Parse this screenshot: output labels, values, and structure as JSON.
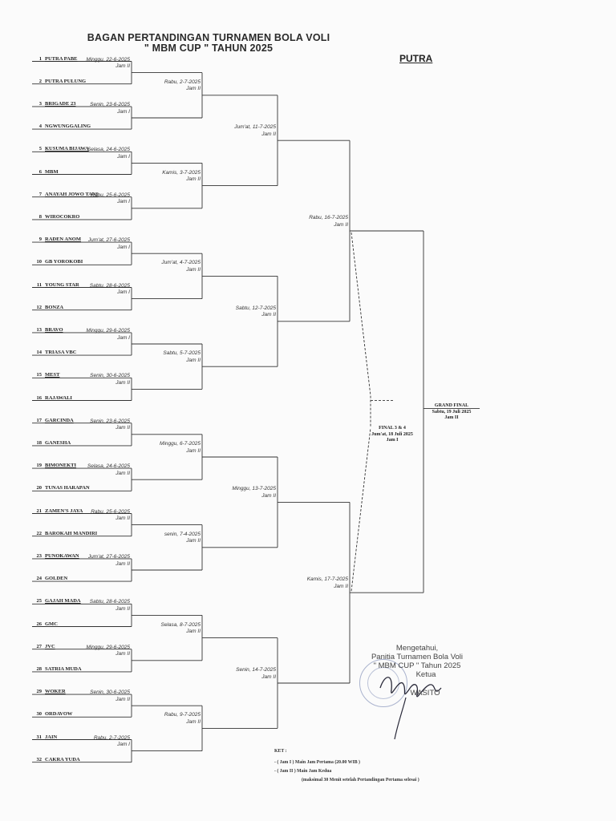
{
  "header": {
    "title_line1": "BAGAN PERTANDINGAN TURNAMEN BOLA VOLI",
    "title_line2": "\" MBM CUP \" TAHUN 2025",
    "category": "PUTRA"
  },
  "teams": [
    {
      "num": "1",
      "name": "PUTRA PABE"
    },
    {
      "num": "2",
      "name": "PUTRA PULUNG"
    },
    {
      "num": "3",
      "name": "BRIGADE 23"
    },
    {
      "num": "4",
      "name": "NGWUNGGALING"
    },
    {
      "num": "5",
      "name": "KUSUMA BIJAWA"
    },
    {
      "num": "6",
      "name": "MBM"
    },
    {
      "num": "7",
      "name": "ANAYAH JOWO TANI"
    },
    {
      "num": "8",
      "name": "WIROCOKRO"
    },
    {
      "num": "9",
      "name": "RADEN ANOM"
    },
    {
      "num": "10",
      "name": "GB YOROKOBI"
    },
    {
      "num": "11",
      "name": "YOUNG STAR"
    },
    {
      "num": "12",
      "name": "BONZA"
    },
    {
      "num": "13",
      "name": "BRAVO"
    },
    {
      "num": "14",
      "name": "TRIASA VBC"
    },
    {
      "num": "15",
      "name": "MEST"
    },
    {
      "num": "16",
      "name": "RAJAWALI"
    },
    {
      "num": "17",
      "name": "GARCINDA"
    },
    {
      "num": "18",
      "name": "GANESHA"
    },
    {
      "num": "19",
      "name": "BIMONEKTI"
    },
    {
      "num": "20",
      "name": "TUNAS HARAPAN"
    },
    {
      "num": "21",
      "name": "ZAMEN'S JAYA"
    },
    {
      "num": "22",
      "name": "BAROKAH MANDIRI"
    },
    {
      "num": "23",
      "name": "PUNOKAWAN"
    },
    {
      "num": "24",
      "name": "GOLDEN"
    },
    {
      "num": "25",
      "name": "GAJAH MADA"
    },
    {
      "num": "26",
      "name": "GMC"
    },
    {
      "num": "27",
      "name": "JVC"
    },
    {
      "num": "28",
      "name": "SATRIA MUDA"
    },
    {
      "num": "29",
      "name": "WOKER"
    },
    {
      "num": "30",
      "name": "ORDAVOW"
    },
    {
      "num": "31",
      "name": "JAIN"
    },
    {
      "num": "32",
      "name": "CAKRA YUDA"
    }
  ],
  "round1": [
    {
      "date": "Minggu, 22-6-2025",
      "session": "Jam II"
    },
    {
      "date": "Senin, 23-6-2025",
      "session": "Jam I"
    },
    {
      "date": "Selasa, 24-6-2025",
      "session": "Jam I"
    },
    {
      "date": "Rabu, 25-6-2025",
      "session": "Jam I"
    },
    {
      "date": "Jum'at, 27-6-2025",
      "session": "Jam I"
    },
    {
      "date": "Sabtu, 28-6-2025",
      "session": "Jam I"
    },
    {
      "date": "Minggu, 29-6-2025",
      "session": "Jam I"
    },
    {
      "date": "Senin, 30-6-2025",
      "session": "Jam II"
    },
    {
      "date": "Senin, 23-6-2025",
      "session": "Jam II"
    },
    {
      "date": "Selasa, 24-6-2025",
      "session": "Jam II"
    },
    {
      "date": "Rabu, 25-6-2025",
      "session": "Jam II"
    },
    {
      "date": "Jum'at, 27-6-2025",
      "session": "Jam II"
    },
    {
      "date": "Sabtu, 28-6-2025",
      "session": "Jam II"
    },
    {
      "date": "Minggu, 29-6-2025",
      "session": "Jam II"
    },
    {
      "date": "Senin, 30-6-2025",
      "session": "Jam II"
    },
    {
      "date": "Rabu, 2-7-2025",
      "session": "Jam I"
    }
  ],
  "round2": [
    {
      "date": "Rabu, 2-7-2025",
      "session": "Jam II"
    },
    {
      "date": "Kamis, 3-7-2025",
      "session": "Jam II"
    },
    {
      "date": "Jum'at, 4-7-2025",
      "session": "Jam II"
    },
    {
      "date": "Sabtu, 5-7-2025",
      "session": "Jam II"
    },
    {
      "date": "Minggu, 6-7-2025",
      "session": "Jam II"
    },
    {
      "date": "senin, 7-4-2025",
      "session": "Jam II"
    },
    {
      "date": "Selasa, 8-7-2025",
      "session": "Jam II"
    },
    {
      "date": "Rabu, 9-7-2025",
      "session": "Jam II"
    }
  ],
  "round3": [
    {
      "date": "Jum'at, 11-7-2025",
      "session": "Jam II"
    },
    {
      "date": "Sabtu, 12-7-2025",
      "session": "Jam II"
    },
    {
      "date": "Minggu, 13-7-2025",
      "session": "Jam II"
    },
    {
      "date": "Senin, 14-7-2025",
      "session": "Jam II"
    }
  ],
  "semis": [
    {
      "date": "Rabu, 16-7-2025",
      "session": "Jam II"
    },
    {
      "date": "Kamis, 17-7-2025",
      "session": "Jam II"
    }
  ],
  "third_place": {
    "title": "FINAL 3 & 4",
    "date": "Jum'at, 18 Juli 2025",
    "session": "Jam I"
  },
  "grand_final": {
    "title": "GRAND FINAL",
    "date": "Sabtu, 19 Juli 2025",
    "session": "Jam II"
  },
  "approval": {
    "line1": "Mengetahui,",
    "line2": "Panitia Turnamen Bola Voli",
    "line3": "\" MBM CUP \" Tahun 2025",
    "line4": "Ketua",
    "signer": "WASITO"
  },
  "notes": {
    "heading": "KET :",
    "line1": "- ( Jam I ) Main Jam Pertama (20.00 WIB )",
    "line2": "- ( Jam II ) Main Jam Kedua",
    "line3": "(maksimal 30 Menit setelah Pertandingan Pertama selesai )"
  }
}
